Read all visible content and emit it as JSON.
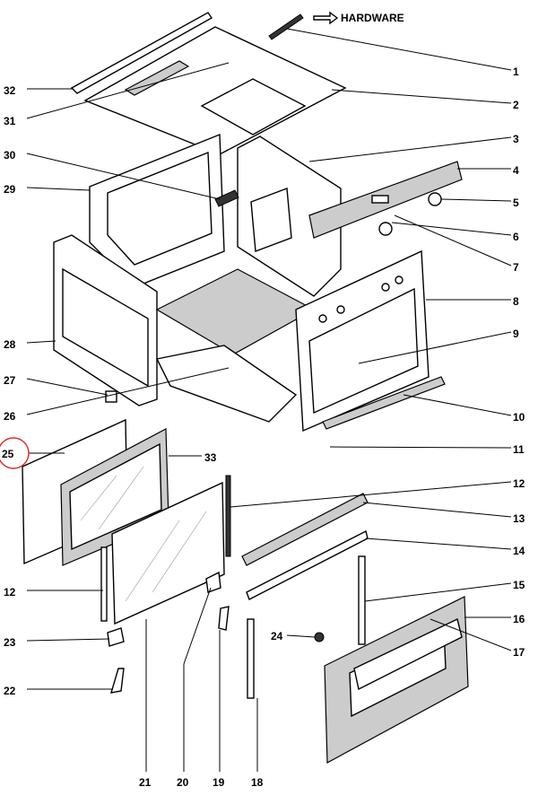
{
  "title": "Oven exploded parts diagram",
  "hardware_label": "HARDWARE",
  "callouts": {
    "p1": "1",
    "p2": "2",
    "p3": "3",
    "p4": "4",
    "p5": "5",
    "p6": "6",
    "p7": "7",
    "p8": "8",
    "p9": "9",
    "p10": "10",
    "p11": "11",
    "p12a": "12",
    "p12b": "12",
    "p13": "13",
    "p14": "14",
    "p15": "15",
    "p16": "16",
    "p17": "17",
    "p18": "18",
    "p19": "19",
    "p20": "20",
    "p21": "21",
    "p22": "22",
    "p23": "23",
    "p24": "24",
    "p25": "25",
    "p26": "26",
    "p27": "27",
    "p28": "28",
    "p29": "29",
    "p30": "30",
    "p31": "31",
    "p32": "32",
    "p33": "33"
  },
  "highlighted_part": "25",
  "colors": {
    "highlight": "#d9302c",
    "line": "#000000",
    "fill": "#cccccc"
  }
}
